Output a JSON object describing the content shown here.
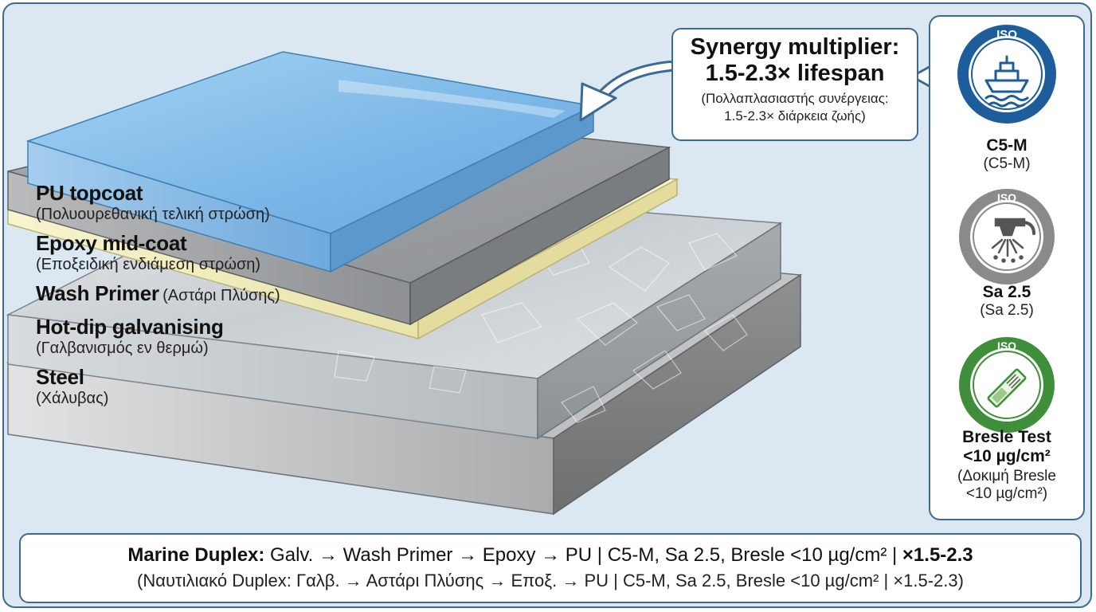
{
  "layers": [
    {
      "title": "PU topcoat",
      "subtitle": "(Πολυουρεθανική τελική στρώση)"
    },
    {
      "title": "Epoxy mid-coat",
      "subtitle": "(Εποξειδική ενδιάμεση στρώση)"
    },
    {
      "title": "Wash Primer",
      "subtitle": "(Αστάρι Πλύσης)"
    },
    {
      "title": "Hot-dip galvanising",
      "subtitle": "(Γαλβανισμός εν θερμώ)"
    },
    {
      "title": "Steel",
      "subtitle": "(Χάλυβας)"
    }
  ],
  "callout": {
    "line1": "Synergy multiplier:",
    "line2": "1.5-2.3× lifespan",
    "greek1": "(Πολλαπλασιαστής συνέργειας:",
    "greek2": "1.5-2.3× διάρκεια ζωής)"
  },
  "badges": [
    {
      "iso": "ISO",
      "icon": "ship-icon",
      "title": "C5-M",
      "subtitle": "(C5-M)",
      "color": "#1d5d9b"
    },
    {
      "iso": "ISO",
      "icon": "blast-nozzle-icon",
      "title": "Sa 2.5",
      "subtitle": "(Sa 2.5)",
      "color": "#8a8a8a"
    },
    {
      "iso": "ISO",
      "icon": "test-strip-icon",
      "title1": "Bresle Test",
      "title2": "<10 µg/cm²",
      "subtitle1": "(Δοκιμή Bresle",
      "subtitle2": "<10 µg/cm²)",
      "color": "#3f8f3a"
    }
  ],
  "footer": {
    "bold_lead": "Marine Duplex:",
    "line1_body": " Galv. → Wash Primer → Epoxy → PU | C5-M, Sa 2.5, Bresle <10 µg/cm² | ",
    "bold_tail": "×1.5-2.3",
    "line2": "(Ναυτιλιακό Duplex: Γαλβ. → Αστάρι Πλύσης → Εποξ. → PU | C5-M, Sa 2.5, Bresle <10 µg/cm² | ×1.5-2.3)"
  },
  "colors": {
    "frame": "#3d6a93",
    "background": "#dbe8f2",
    "topcoat": "#8fc4ec",
    "epoxy": "#a9acae",
    "primer": "#f3efbf",
    "zinc": "#cfd4d8",
    "steel": "#b6b8ba"
  }
}
